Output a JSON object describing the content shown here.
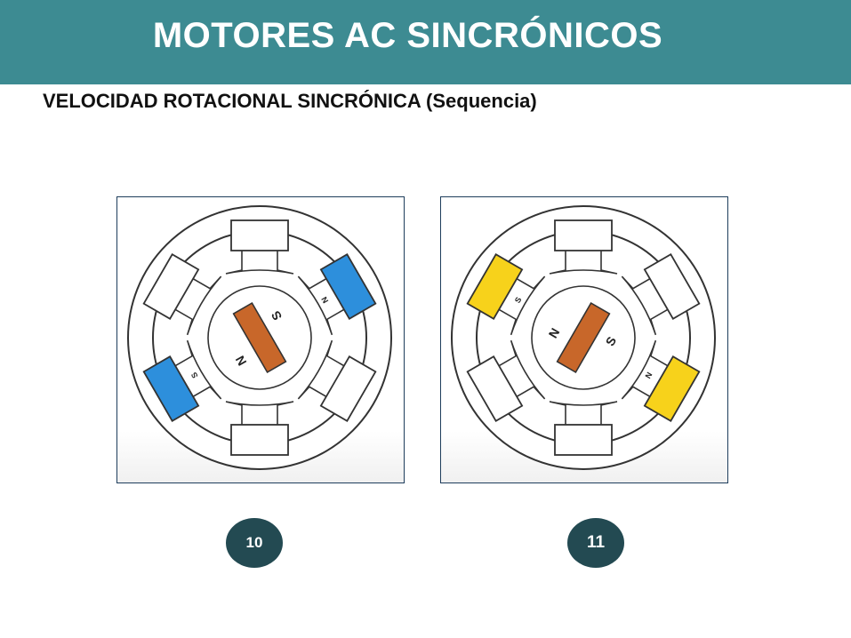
{
  "header": {
    "title": "MOTORES AC SINCRÓNICOS"
  },
  "subtitle": "VELOCIDAD ROTACIONAL SINCRÓNICA  (Sequencia)",
  "colors": {
    "header_bg": "#3d8b92",
    "rotor": "#c8672a",
    "active_coil_step_10": "#2d8fdc",
    "active_coil_step_11": "#f7d21b",
    "badge": "#234a52"
  },
  "steps": [
    {
      "number": "10",
      "active_coil_color": "#2d8fdc",
      "active_poles": [
        {
          "pole": "upper-right",
          "label": "N"
        },
        {
          "pole": "lower-left",
          "label": "S"
        }
      ],
      "rotor_labels": {
        "north": "N",
        "south": "S"
      }
    },
    {
      "number": "11",
      "active_coil_color": "#f7d21b",
      "active_poles": [
        {
          "pole": "upper-left",
          "label": "S"
        },
        {
          "pole": "lower-right",
          "label": "N"
        }
      ],
      "rotor_labels": {
        "north": "N",
        "south": "S"
      }
    }
  ]
}
